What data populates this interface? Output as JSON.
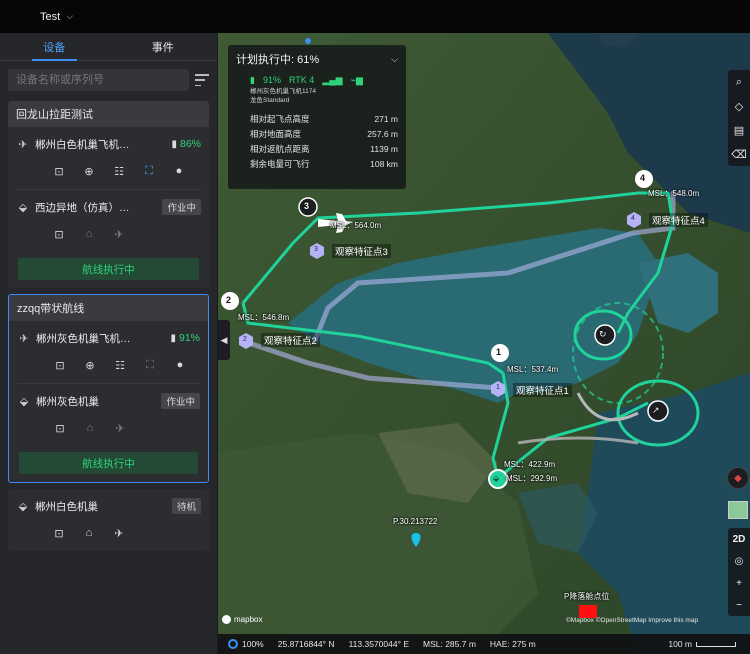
{
  "header": {
    "project": "Test"
  },
  "sidebar": {
    "tabs": [
      "设备",
      "事件"
    ],
    "search_placeholder": "设备名称或序列号",
    "groups": [
      {
        "title": "回龙山拉距测试",
        "devices": [
          {
            "name": "郴州白色机巢飞机…",
            "battery": "86%"
          },
          {
            "name": "西边异地（仿真）…",
            "status": "作业中"
          }
        ],
        "button": "航线执行中"
      },
      {
        "title": "zzqq带状航线",
        "devices": [
          {
            "name": "郴州灰色机巢飞机…",
            "battery": "91%"
          },
          {
            "name": "郴州灰色机巢",
            "status": "作业中"
          }
        ],
        "button": "航线执行中"
      },
      {
        "devices": [
          {
            "name": "郴州白色机巢",
            "status": "待机"
          }
        ]
      }
    ]
  },
  "panel": {
    "title": "计划执行中: 61%",
    "battery": "91%",
    "rtk": "RTK 4",
    "aircraft_name": "郴州灰色机巢飞机1174",
    "payload": "龙鱼Standard",
    "stats": [
      {
        "label": "相对起飞点高度",
        "value": "271 m"
      },
      {
        "label": "相对地面高度",
        "value": "257.6 m"
      },
      {
        "label": "相对返航点距离",
        "value": "1139 m"
      },
      {
        "label": "剩余电量可飞行",
        "value": "108 km"
      }
    ]
  },
  "map": {
    "waypoints": [
      {
        "num": "1",
        "msl": "MSL：537.4m",
        "feature": "观察特征点1"
      },
      {
        "num": "2",
        "msl": "MSL：546.8m",
        "feature": "观察特征点2"
      },
      {
        "num": "3",
        "msl": "MSL：564.0m",
        "feature": "观察特征点3"
      },
      {
        "num": "4",
        "msl": "MSL：548.0m",
        "feature": "观察特征点4"
      }
    ],
    "home_msl_1": "MSL：422.9m",
    "home_msl_2": "MSL：292.9m",
    "pin_label": "P.30.213722",
    "landing_label": "P降落舱点位",
    "attribution": "©Mapbox ©OpenStreetMap  Improve this map",
    "mapbox_logo": "mapbox",
    "tools": {
      "maptype_2d": "2D"
    }
  },
  "status_bar": {
    "zoom": "100%",
    "lat": "25.8716844° N",
    "lon": "113.3570044° E",
    "msl": "MSL: 285.7 m",
    "hae": "HAE: 275 m",
    "scale": "100 m"
  },
  "colors": {
    "accent": "#3b8ef0",
    "route": "#1fd39a",
    "ok": "#2ed47a"
  }
}
